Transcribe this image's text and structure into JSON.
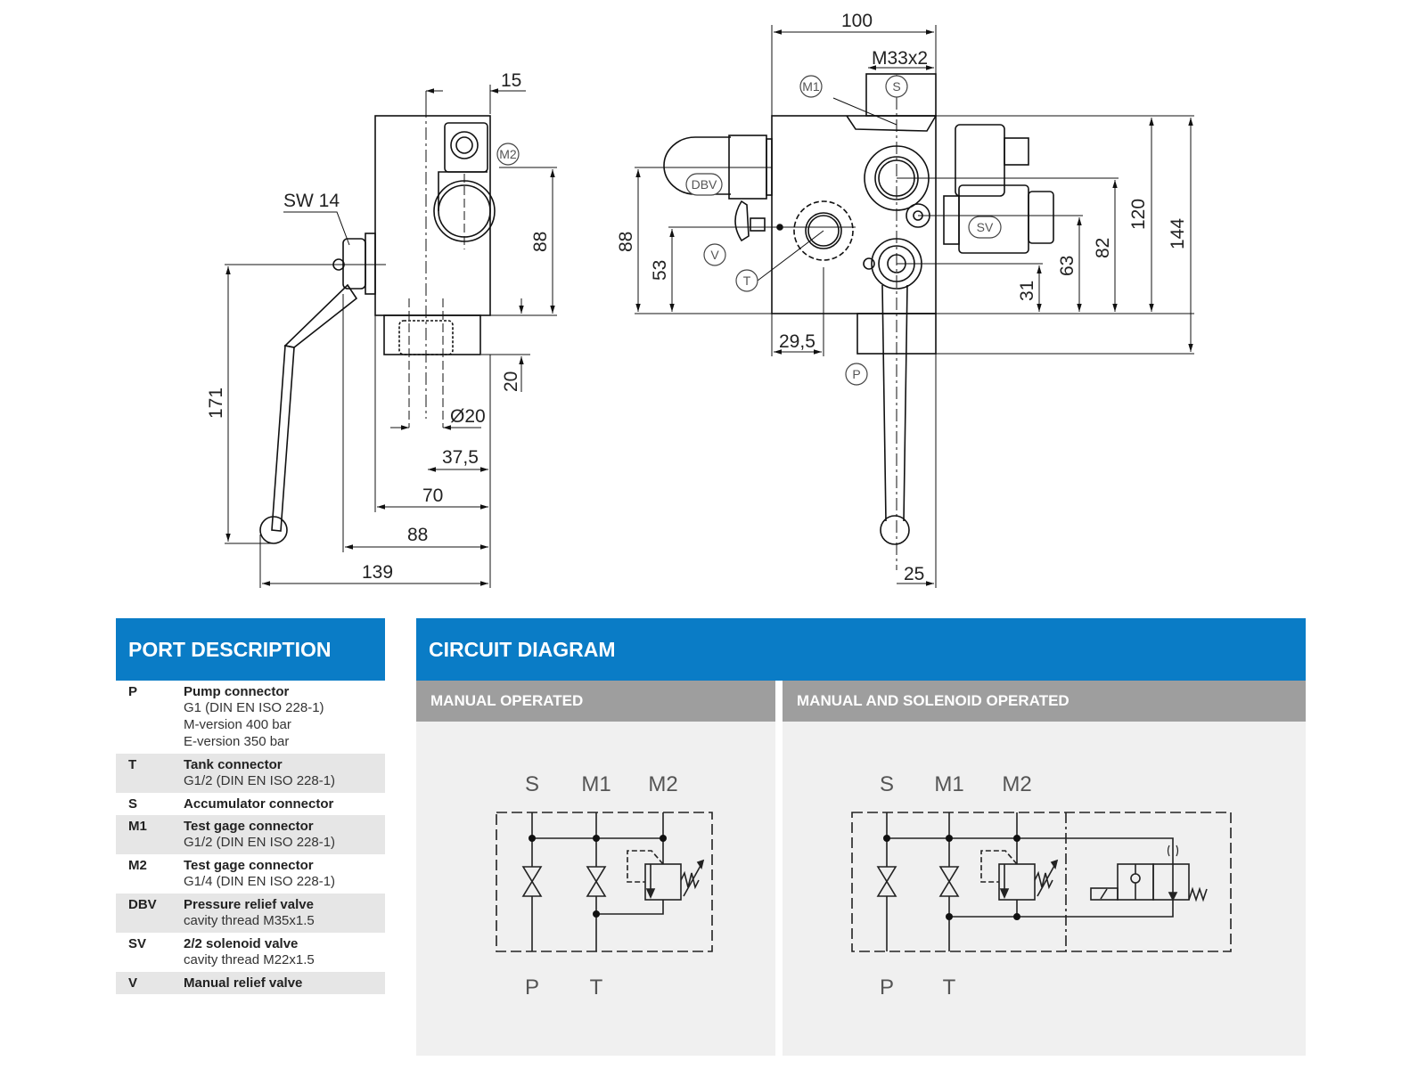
{
  "drawing": {
    "side_view": {
      "dimensions": {
        "d15": "15",
        "sw14": "SW 14",
        "d88_height": "88",
        "d171": "171",
        "d20": "20",
        "dia20": "Ø20",
        "d37_5": "37,5",
        "d70": "70",
        "d88_width": "88",
        "d139": "139"
      },
      "balloons": {
        "m2": "M2"
      }
    },
    "front_view": {
      "dimensions": {
        "d100": "100",
        "m33x2": "M33x2",
        "d88": "88",
        "d53": "53",
        "d29_5": "29,5",
        "d31": "31",
        "d63": "63",
        "d82": "82",
        "d120": "120",
        "d144": "144",
        "d25": "25"
      },
      "balloons": {
        "m1": "M1",
        "s": "S",
        "dbv": "DBV",
        "v": "V",
        "t": "T",
        "sv": "SV",
        "p": "P"
      }
    }
  },
  "port_description": {
    "title": "PORT DESCRIPTION",
    "rows": [
      {
        "code": "P",
        "name": "Pump connector",
        "details": [
          "G1 (DIN EN ISO 228-1)",
          "M-version 400 bar",
          "E-version 350 bar"
        ]
      },
      {
        "code": "T",
        "name": "Tank connector",
        "details": [
          "G1/2 (DIN EN ISO 228-1)"
        ]
      },
      {
        "code": "S",
        "name": "Accumulator connector",
        "details": []
      },
      {
        "code": "M1",
        "name": "Test gage connector",
        "details": [
          "G1/2 (DIN EN ISO 228-1)"
        ]
      },
      {
        "code": "M2",
        "name": "Test gage connector",
        "details": [
          "G1/4 (DIN EN ISO 228-1)"
        ]
      },
      {
        "code": "DBV",
        "name": "Pressure relief valve",
        "details": [
          "cavity thread M35x1.5"
        ]
      },
      {
        "code": "SV",
        "name": "2/2 solenoid valve",
        "details": [
          "cavity thread M22x1.5"
        ]
      },
      {
        "code": "V",
        "name": "Manual relief valve",
        "details": []
      }
    ]
  },
  "circuit_diagram": {
    "title": "CIRCUIT DIAGRAM",
    "manual": {
      "title": "MANUAL OPERATED",
      "ports_top": [
        "S",
        "M1",
        "M2"
      ],
      "ports_bottom": [
        "P",
        "T"
      ]
    },
    "solenoid": {
      "title": "MANUAL AND SOLENOID OPERATED",
      "ports_top": [
        "S",
        "M1",
        "M2"
      ],
      "ports_bottom": [
        "P",
        "T"
      ]
    }
  },
  "colors": {
    "header_blue": "#0a7cc6",
    "subheader_gray": "#9e9e9e",
    "diagram_bg": "#f0f0f0",
    "row_alt": "#e6e6e6"
  }
}
